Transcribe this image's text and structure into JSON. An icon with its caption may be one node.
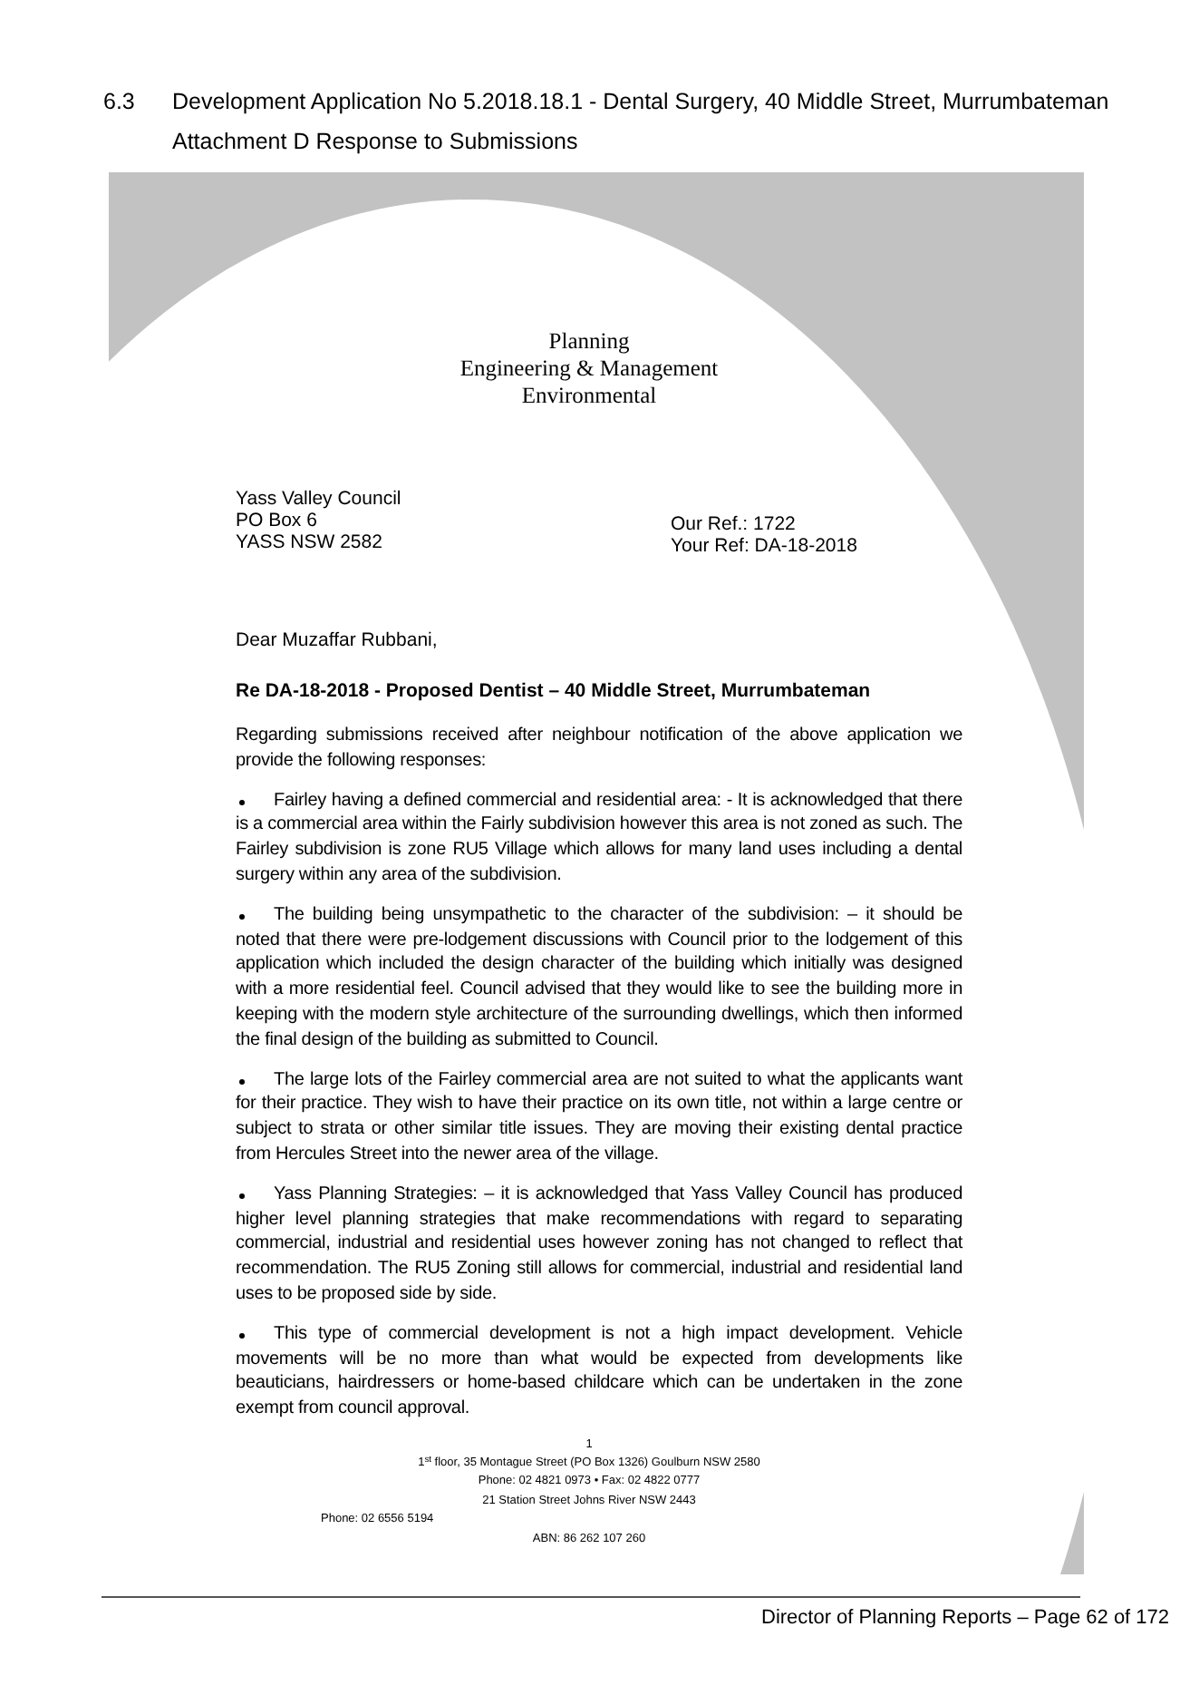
{
  "diagram": {
    "labels": [
      "6.3",
      "Development Application No 5.2018.18.1 - Dental Surgery, 40 Middle Street, Murrumbateman",
      "Attachment D Response to Submissions",
      "Planning",
      "Engineering & Management",
      "Environmental",
      "Yass Valley Council",
      "PO Box 6",
      "YASS NSW 2582",
      "Our Ref.: 1722",
      "Your Ref: DA-18-2018",
      "Dear Muzaffar Rubbani,",
      "Re DA-18-2018 - Proposed Dentist – 40 Middle Street, Murrumbateman",
      "Regarding submissions received after neighbour notification of the above application we provide the following responses:",
      "Fairley having a defined commercial and residential area: - It is acknowledged that there is a commercial area within the Fairly subdivision however this area is not zoned as such. The Fairley subdivision is zone RU5 Village which allows for many land uses including a dental surgery within any area of the subdivision.",
      "The building being unsympathetic to the character of the subdivision: – it should be noted that there were pre-lodgement discussions with Council prior to the lodgement of this application which included the design character of the building which initially was designed with a more residential feel. Council advised that they would like to see the building more in keeping with the modern style architecture of the surrounding dwellings, which then informed the final design of the building as submitted to Council.",
      "The large lots of the Fairley commercial area are not suited to what the applicants want for their practice. They wish to have their practice on its own title, not within a large centre or subject to strata or other similar title issues. They are moving their existing dental practice from Hercules Street into the newer area of the village.",
      "Yass Planning Strategies: – it is acknowledged that Yass Valley Council has produced higher level planning strategies that make recommendations with regard to separating commercial, industrial and residential uses however zoning has not changed to reflect that recommendation. The RU5 Zoning still allows for commercial, industrial and residential land uses to be proposed side by side.",
      "This type of commercial development is not a high impact development. Vehicle movements will be no more than what would be expected from developments like beauticians, hairdressers or home-based childcare which can be undertaken in the zone exempt from council approval.",
      "1",
      "1$^{st}$ floor, 35 Montague Street (PO Box 1326) Goulburn NSW 2580",
      "Phone: 02 4821 0973 • Fax: 02 4822 0777",
      "21 Station Street Johns River NSW 2443",
      "Phone: 02 6556 5194",
      "ABN: 86 262 107 260",
      "Director of Planning Reports – Page 62 of 172"
    ]
  }
}
